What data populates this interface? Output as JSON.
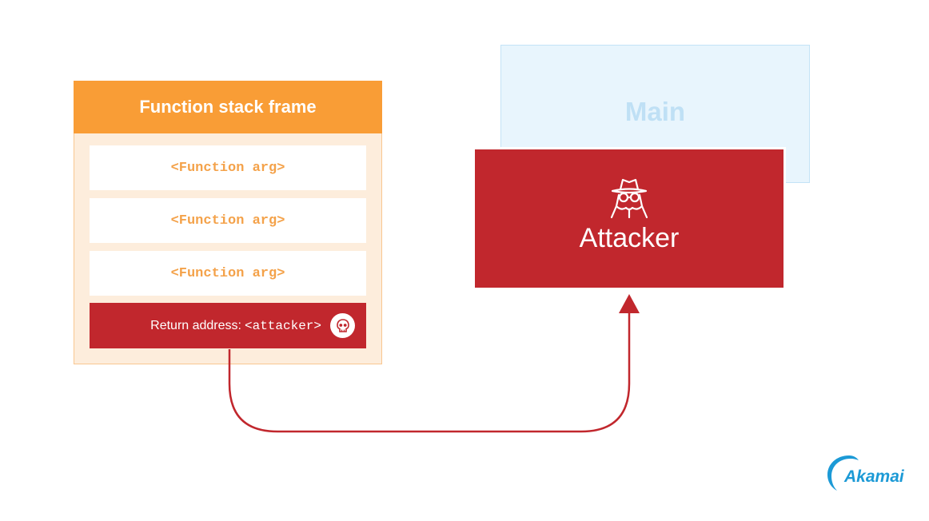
{
  "stack_frame": {
    "title": "Function stack frame",
    "args": [
      "<Function arg>",
      "<Function arg>",
      "<Function arg>"
    ],
    "return_label": "Return address:",
    "return_value": "<attacker>"
  },
  "main_box": {
    "label": "Main"
  },
  "attacker_box": {
    "label": "Attacker"
  },
  "logo": {
    "text": "Akamai"
  },
  "colors": {
    "orange": "#f99d36",
    "frame_fill": "#fdeddc",
    "red": "#c1272d",
    "light_blue": "#e8f5fd",
    "akamai_blue": "#1c9ad6"
  },
  "icons": [
    "skull-icon",
    "spy-icon",
    "akamai-logo"
  ]
}
